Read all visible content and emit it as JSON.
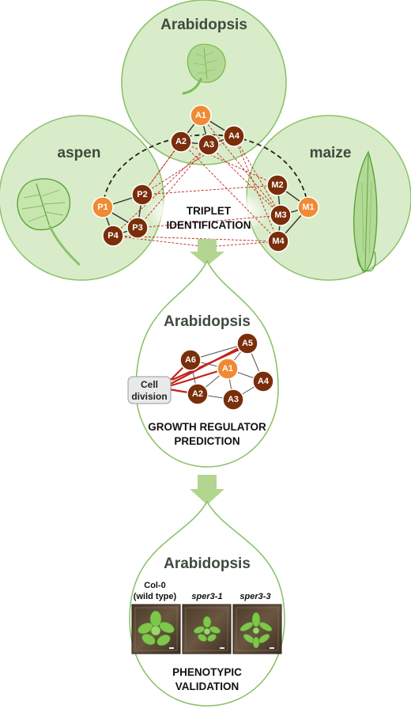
{
  "network_top": {
    "regions": {
      "arabidopsis": "Arabidopsis",
      "aspen": "aspen",
      "maize": "maize"
    },
    "arabidopsis_nodes": [
      "A1",
      "A2",
      "A3",
      "A4"
    ],
    "aspen_nodes": [
      "P1",
      "P2",
      "P3",
      "P4"
    ],
    "maize_nodes": [
      "M1",
      "M2",
      "M3",
      "M4"
    ],
    "center_label_line1": "TRIPLET",
    "center_label_line2": "IDENTIFICATION"
  },
  "network_middle": {
    "title": "Arabidopsis",
    "nodes": [
      "A1",
      "A2",
      "A3",
      "A4",
      "A5",
      "A6"
    ],
    "box_line1": "Cell",
    "box_line2": "division",
    "label_line1": "GROWTH REGULATOR",
    "label_line2": "PREDICTION"
  },
  "validation": {
    "title": "Arabidopsis",
    "photo1_line1": "Col-0",
    "photo1_line2": "(wild type)",
    "photo2": "sper3-1",
    "photo3": "sper3-3",
    "label_line1": "PHENOTYPIC",
    "label_line2": "VALIDATION"
  },
  "colors": {
    "region_fill": "#d9ecc9",
    "region_stroke": "#8cc26b",
    "dark_node": "#7a2e0a",
    "orange_node": "#f08a33",
    "arrow": "#b2d68f",
    "red_edge": "#c0221b"
  }
}
